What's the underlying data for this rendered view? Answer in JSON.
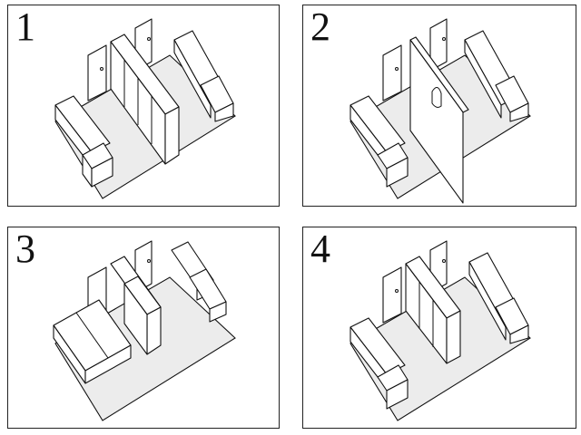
{
  "panels": [
    {
      "number": "1"
    },
    {
      "number": "2"
    },
    {
      "number": "3"
    },
    {
      "number": "4"
    }
  ]
}
